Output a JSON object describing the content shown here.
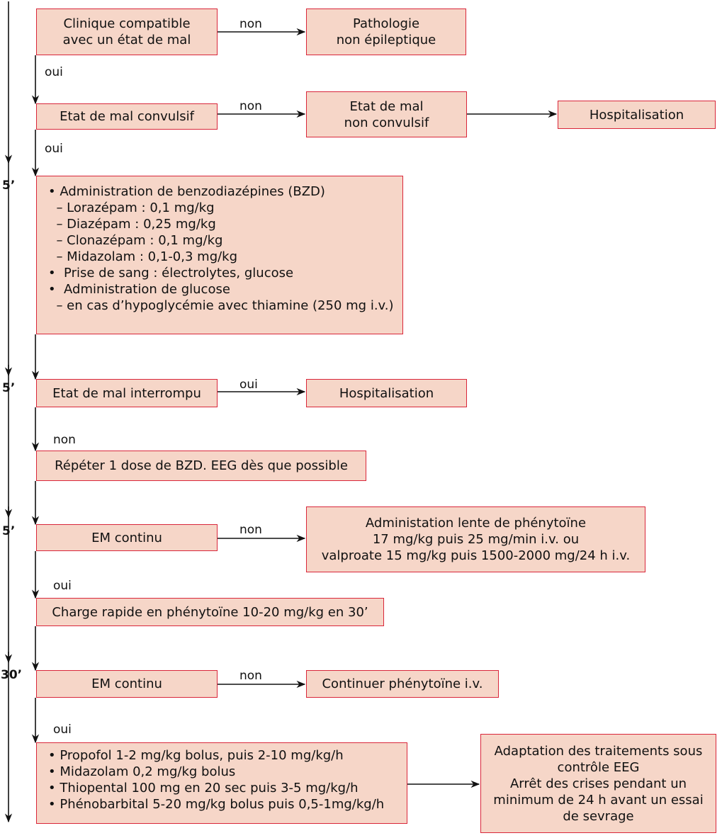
{
  "timeline": {
    "marks": [
      "5’",
      "5’",
      "5’",
      "30’"
    ]
  },
  "boxes": {
    "b1": [
      "Clinique compatible",
      "avec un état de mal"
    ],
    "b2": [
      "Pathologie",
      "non épileptique"
    ],
    "b3": [
      "Etat de mal convulsif"
    ],
    "b4": [
      "Etat de mal",
      "non convulsif"
    ],
    "b5": [
      "Hospitalisation"
    ],
    "b6": [
      "• Administration de benzodiazépines (BZD)",
      "  – Lorazépam : 0,1 mg/kg",
      "  – Diazépam : 0,25 mg/kg",
      "  – Clonazépam : 0,1 mg/kg",
      "  – Midazolam : 0,1-0,3 mg/kg",
      "•  Prise de sang : électrolytes, glucose",
      "•  Administration de glucose",
      "  – en cas d’hypoglycémie avec thiamine (250 mg i.v.)"
    ],
    "b7": [
      "Etat de mal interrompu"
    ],
    "b8": [
      "Hospitalisation"
    ],
    "b9": [
      "Répéter 1 dose de BZD. EEG dès que possible"
    ],
    "b10": [
      "EM continu"
    ],
    "b11": [
      "Administation lente de phénytoïne",
      "17 mg/kg puis 25 mg/min i.v. ou",
      "valproate 15 mg/kg  puis 1500-2000 mg/24 h i.v."
    ],
    "b12": [
      "Charge rapide en phénytoïne 10-20 mg/kg en 30’"
    ],
    "b13": [
      "EM continu"
    ],
    "b14": [
      "Continuer phénytoïne i.v."
    ],
    "b15": [
      "• Propofol 1-2 mg/kg bolus, puis 2-10 mg/kg/h",
      "• Midazolam 0,2 mg/kg bolus",
      "• Thiopental 100 mg en 20 sec puis 3-5 mg/kg/h",
      "• Phénobarbital 5-20 mg/kg bolus puis 0,5-1mg/kg/h"
    ],
    "b16": [
      "Adaptation des traitements sous",
      "contrôle EEG",
      "Arrêt des crises pendant un",
      "minimum de 24 h avant un essai",
      "de sevrage"
    ]
  },
  "labels": {
    "l1": "non",
    "l2": "oui",
    "l3": "non",
    "l4": "oui",
    "l5": "oui",
    "l6": "non",
    "l7": "non",
    "l8": "oui",
    "l9": "non",
    "l10": "oui"
  },
  "colors": {
    "box_fill": "#f6d6c8",
    "box_border": "#d9263a",
    "arrow": "#111111"
  }
}
